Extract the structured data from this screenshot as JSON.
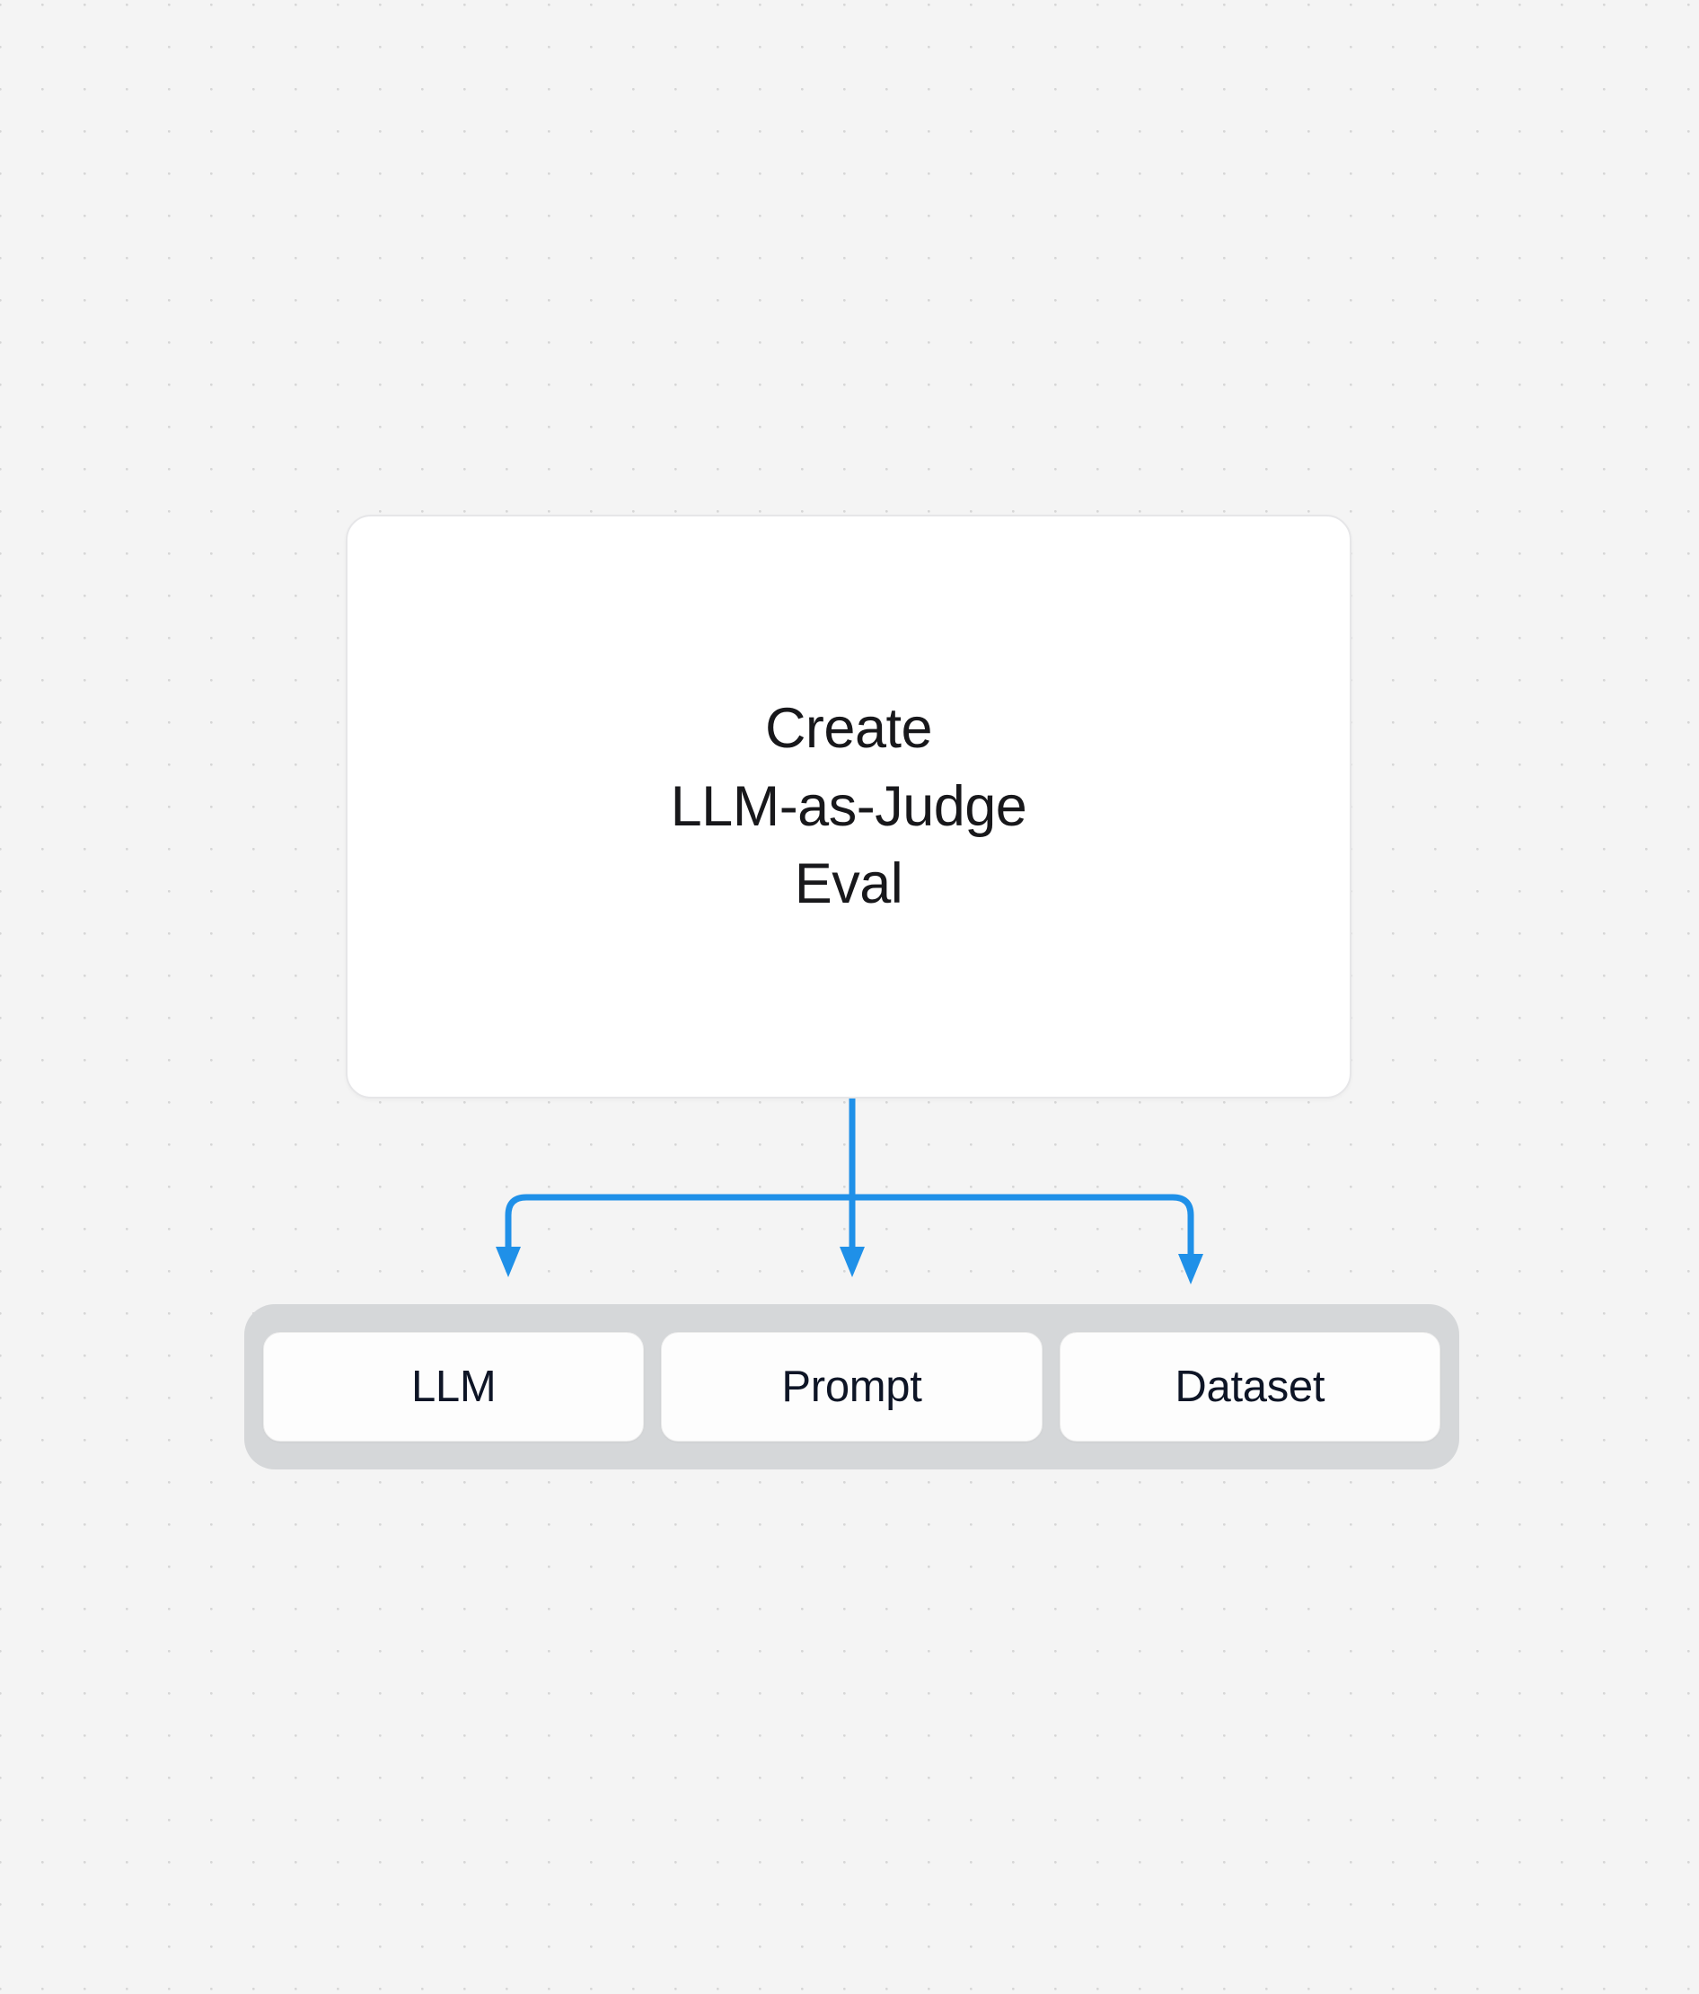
{
  "diagram": {
    "title": "Create LLM-as-Judge Eval",
    "background_color": "#f4f4f4",
    "dot_color": "#d6d6d6",
    "connector_color": "#1f90e8"
  },
  "main_card": {
    "title": "Create\nLLM-as-Judge\nEval",
    "line_1": "Create",
    "line_2": "LLM-as-Judge",
    "line_3": "Eval",
    "background_color": "#ffffff",
    "text_color": "#18181b"
  },
  "connectors": {
    "type": "fan-out-arrows",
    "count": 3,
    "color": "#1f90e8",
    "stroke_width": 7,
    "from": "main-card",
    "to": [
      "LLM",
      "Prompt",
      "Dataset"
    ]
  },
  "pill_group": {
    "container_color": "#d5d7d9",
    "pill_color": "#fdfdfd",
    "pill_text_color": "#0e1526",
    "items": [
      {
        "label": "LLM"
      },
      {
        "label": "Prompt"
      },
      {
        "label": "Dataset"
      }
    ]
  }
}
